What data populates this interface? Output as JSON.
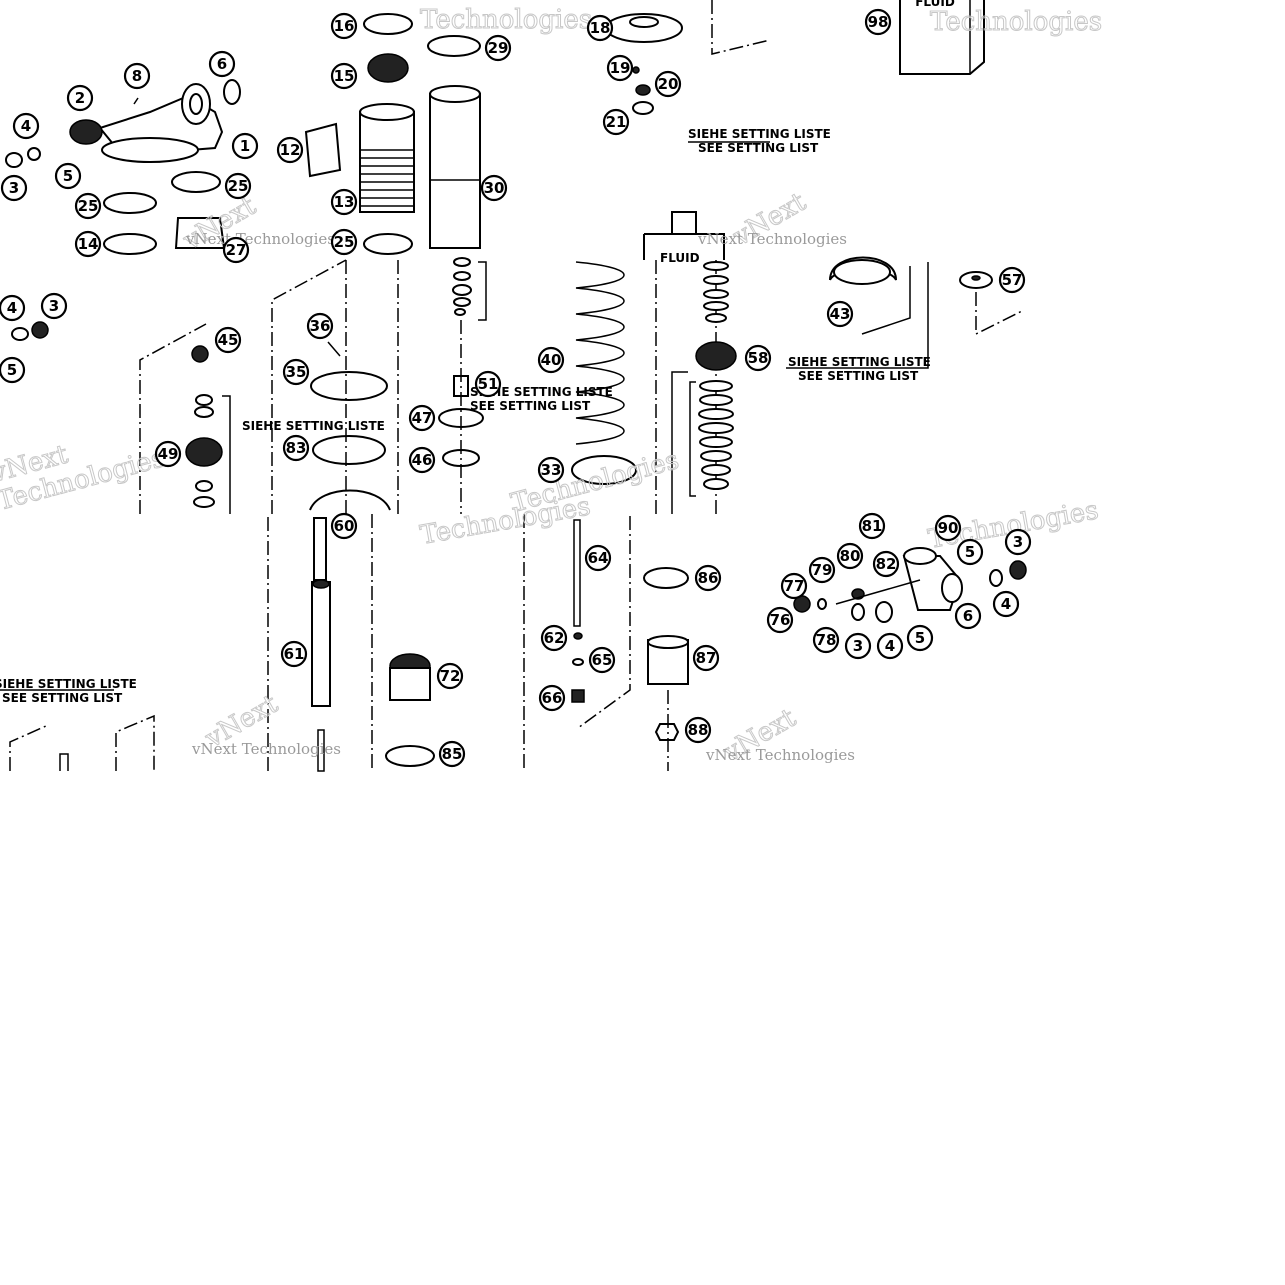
{
  "fluid_label": "FLUID",
  "setting_list": {
    "de": "SIEHE SETTING LISTE",
    "en": "SEE SETTING LIST"
  },
  "watermark": {
    "brand": "vNext",
    "brand_long": "vNext Technologies",
    "word": "Technologies"
  },
  "callouts": [
    {
      "id": "c16",
      "label": "16"
    },
    {
      "id": "c15",
      "label": "15"
    },
    {
      "id": "c29",
      "label": "29"
    },
    {
      "id": "c18",
      "label": "18"
    },
    {
      "id": "c19",
      "label": "19"
    },
    {
      "id": "c20",
      "label": "20"
    },
    {
      "id": "c21",
      "label": "21"
    },
    {
      "id": "c98",
      "label": "98"
    },
    {
      "id": "c8",
      "label": "8"
    },
    {
      "id": "c2",
      "label": "2"
    },
    {
      "id": "c6",
      "label": "6"
    },
    {
      "id": "c4a",
      "label": "4"
    },
    {
      "id": "c1",
      "label": "1"
    },
    {
      "id": "c5a",
      "label": "5"
    },
    {
      "id": "c3a",
      "label": "3"
    },
    {
      "id": "c25a",
      "label": "25"
    },
    {
      "id": "c25b",
      "label": "25"
    },
    {
      "id": "c14",
      "label": "14"
    },
    {
      "id": "c27",
      "label": "27"
    },
    {
      "id": "c12",
      "label": "12"
    },
    {
      "id": "c13",
      "label": "13"
    },
    {
      "id": "c25c",
      "label": "25"
    },
    {
      "id": "c30",
      "label": "30"
    },
    {
      "id": "c4b",
      "label": "4"
    },
    {
      "id": "c3b",
      "label": "3"
    },
    {
      "id": "c5b",
      "label": "5"
    },
    {
      "id": "c45",
      "label": "45"
    },
    {
      "id": "c49",
      "label": "49"
    },
    {
      "id": "c36",
      "label": "36"
    },
    {
      "id": "c35",
      "label": "35"
    },
    {
      "id": "c83",
      "label": "83"
    },
    {
      "id": "c51",
      "label": "51"
    },
    {
      "id": "c47",
      "label": "47"
    },
    {
      "id": "c46",
      "label": "46"
    },
    {
      "id": "c40",
      "label": "40"
    },
    {
      "id": "c33",
      "label": "33"
    },
    {
      "id": "c58",
      "label": "58"
    },
    {
      "id": "c43",
      "label": "43"
    },
    {
      "id": "c57",
      "label": "57"
    },
    {
      "id": "c60",
      "label": "60"
    },
    {
      "id": "c61",
      "label": "61"
    },
    {
      "id": "c72",
      "label": "72"
    },
    {
      "id": "c85",
      "label": "85"
    },
    {
      "id": "c64",
      "label": "64"
    },
    {
      "id": "c62",
      "label": "62"
    },
    {
      "id": "c65",
      "label": "65"
    },
    {
      "id": "c66",
      "label": "66"
    },
    {
      "id": "c86",
      "label": "86"
    },
    {
      "id": "c87",
      "label": "87"
    },
    {
      "id": "c88",
      "label": "88"
    },
    {
      "id": "c81",
      "label": "81"
    },
    {
      "id": "c90",
      "label": "90"
    },
    {
      "id": "c80",
      "label": "80"
    },
    {
      "id": "c79",
      "label": "79"
    },
    {
      "id": "c82",
      "label": "82"
    },
    {
      "id": "c77",
      "label": "77"
    },
    {
      "id": "c76",
      "label": "76"
    },
    {
      "id": "c78",
      "label": "78"
    },
    {
      "id": "c3c",
      "label": "3"
    },
    {
      "id": "c4c",
      "label": "4"
    },
    {
      "id": "c5c",
      "label": "5"
    },
    {
      "id": "c5d",
      "label": "5"
    },
    {
      "id": "c6b",
      "label": "6"
    },
    {
      "id": "c4d",
      "label": "4"
    },
    {
      "id": "c3d",
      "label": "3"
    }
  ]
}
